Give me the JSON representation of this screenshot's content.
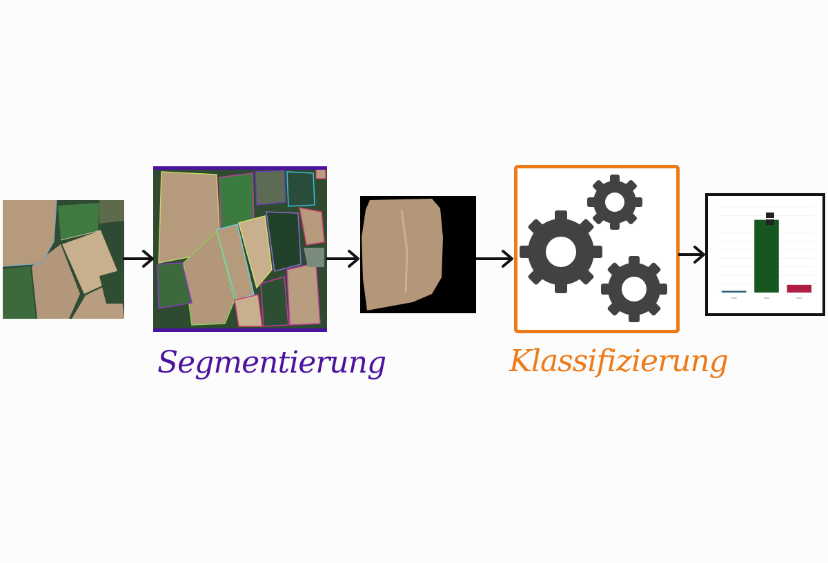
{
  "labels": {
    "segmentation": "Segmentierung",
    "classification": "Klassifizierung"
  },
  "colors": {
    "segmentation_accent": "#4b12a0",
    "classification_accent": "#ee7b1a",
    "arrow": "#111111",
    "gear": "#424242"
  },
  "icons": {
    "classification": "gears-icon"
  },
  "chart_data": {
    "type": "bar",
    "values": [
      0.02,
      0.85,
      0.09
    ],
    "colors": [
      "#2e5f78",
      "#17561f",
      "#b01d42"
    ],
    "ylim": [
      0,
      1
    ]
  }
}
